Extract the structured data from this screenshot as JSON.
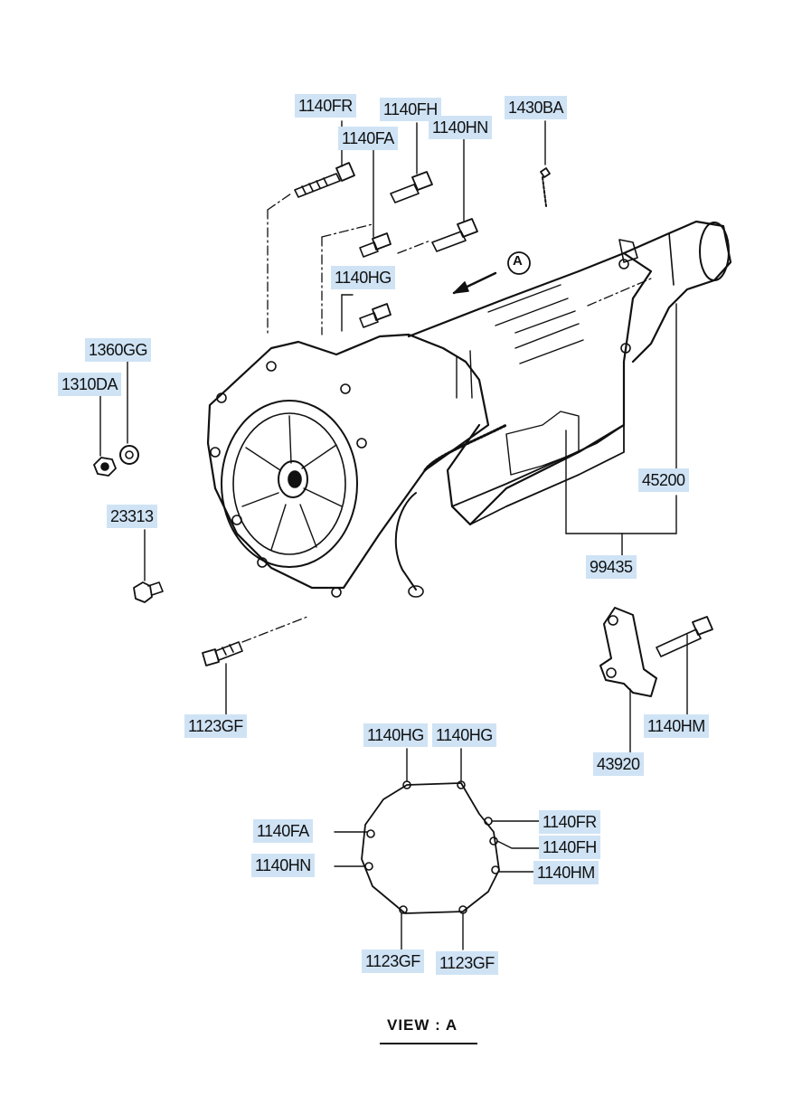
{
  "labels": {
    "l_1140FR_top": "1140FR",
    "l_1140FH_top": "1140FH",
    "l_1430BA": "1430BA",
    "l_1140HN_top": "1140HN",
    "l_1140FA_top": "1140FA",
    "l_1140HG_top": "1140HG",
    "l_1360GG": "1360GG",
    "l_1310DA": "1310DA",
    "l_23313": "23313",
    "l_45200": "45200",
    "l_99435": "99435",
    "l_1123GF_main": "1123GF",
    "l_1140HM_bracket": "1140HM",
    "l_43920": "43920",
    "l_1140HG_v1": "1140HG",
    "l_1140HG_v2": "1140HG",
    "l_1140FA_v": "1140FA",
    "l_1140HN_v": "1140HN",
    "l_1140FR_v": "1140FR",
    "l_1140FH_v": "1140FH",
    "l_1140HM_v": "1140HM",
    "l_1123GF_v1": "1123GF",
    "l_1123GF_v2": "1123GF"
  },
  "view_marker": "A",
  "view_caption": "VIEW : A",
  "colors": {
    "label_bg": "#cfe3f5",
    "ink": "#111111"
  }
}
